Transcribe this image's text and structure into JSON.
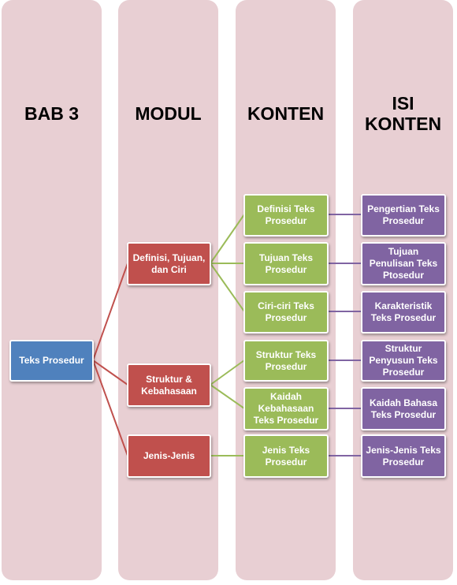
{
  "columns": {
    "bab": "BAB 3",
    "modul": "MODUL",
    "konten": "KONTEN",
    "isi_konten": "ISI KONTEN"
  },
  "root": "Teks Prosedur",
  "moduls": [
    "Definisi, Tujuan, dan Ciri",
    "Struktur & Kebahasaan",
    "Jenis-Jenis"
  ],
  "konten": [
    "Definisi Teks Prosedur",
    "Tujuan Teks Prosedur",
    "Ciri-ciri Teks Prosedur",
    "Struktur Teks Prosedur",
    "Kaidah Kebahasaan Teks Prosedur",
    "Jenis Teks Prosedur"
  ],
  "isi_konten": [
    "Pengertian Teks Prosedur",
    "Tujuan Penulisan Teks Ptosedur",
    "Karakteristik Teks Prosedur",
    "Struktur Penyusun Teks Prosedur",
    "Kaidah Bahasa Teks Prosedur",
    "Jenis-Jenis Teks Prosedur"
  ],
  "colors": {
    "column_bg": "#e8cfd3",
    "root": "#4f81bd",
    "modul": "#c0504d",
    "konten": "#9bbb59",
    "isi_konten": "#8064a2"
  }
}
